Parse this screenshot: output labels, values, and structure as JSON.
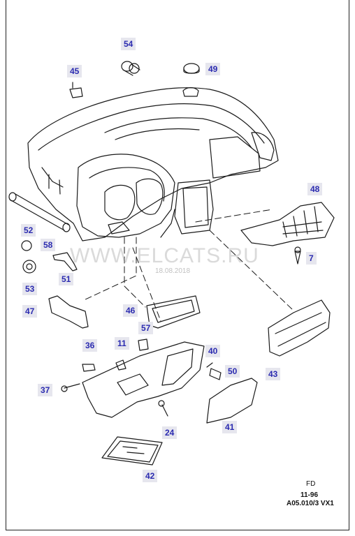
{
  "callouts": {
    "c54": "54",
    "c45": "45",
    "c49": "49",
    "c48": "48",
    "c52": "52",
    "c58": "58",
    "c7": "7",
    "c53": "53",
    "c51": "51",
    "c47": "47",
    "c46": "46",
    "c57": "57",
    "c36": "36",
    "c11": "11",
    "c40": "40",
    "c50": "50",
    "c43": "43",
    "c37": "37",
    "c24": "24",
    "c41": "41",
    "c42": "42"
  },
  "watermark": {
    "text": "WWW.ELCATS.RU",
    "date": "18.08.2018"
  },
  "footer": {
    "mark": "FD",
    "date": "11-96",
    "code": "A05.010/3 VX1"
  }
}
